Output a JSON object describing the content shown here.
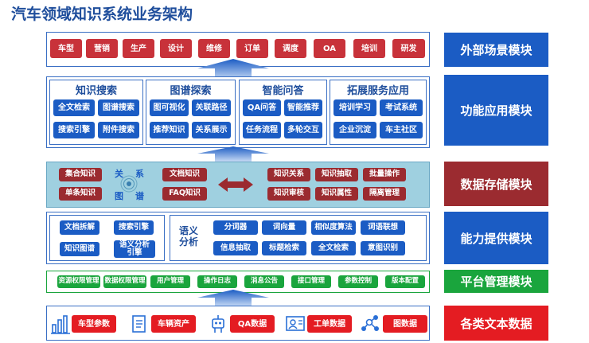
{
  "title": "汽车领域知识系统业务架构",
  "colors": {
    "blue": "#1b5cc4",
    "red": "#c8323a",
    "dark_red": "#9b2b30",
    "green": "#1aa53d",
    "bright_red": "#e41c22"
  },
  "layers": {
    "scene": {
      "label": "外部场景模块",
      "items": [
        "车型",
        "营销",
        "生产",
        "设计",
        "维修",
        "订单",
        "调度",
        "OA",
        "培训",
        "研发"
      ]
    },
    "function": {
      "label": "功能应用模块",
      "groups": [
        {
          "title": "知识搜索",
          "items": [
            "全文检索",
            "图谱搜索",
            "搜索引擎",
            "附件搜索"
          ]
        },
        {
          "title": "图谱探索",
          "items": [
            "图可视化",
            "关联路径",
            "推荐知识",
            "关系展示"
          ]
        },
        {
          "title": "智能问答",
          "items": [
            "QA问答",
            "智能推荐",
            "任务流程",
            "多轮交互"
          ]
        },
        {
          "title": "拓展服务应用",
          "items": [
            "培训学习",
            "考试系统",
            "企业沉淀",
            "车主社区"
          ]
        }
      ]
    },
    "storage": {
      "label": "数据存储模块",
      "left": [
        "集合知识",
        "单条知识"
      ],
      "center_glyphs": [
        "关",
        "系",
        "图",
        "谱"
      ],
      "mid": [
        "文档知识",
        "FAQ知识"
      ],
      "right": [
        "知识关系",
        "知识抽取",
        "批量操作",
        "知识审核",
        "知识属性",
        "隔离管理"
      ]
    },
    "capability": {
      "label": "能力提供模块",
      "left": [
        "文档拆解",
        "搜索引擎",
        "知识图谱",
        "语义分析\n引擎"
      ],
      "semantic_title": "语义\n分析",
      "right": [
        "分词器",
        "词向量",
        "相似度算法",
        "词语联想",
        "信息抽取",
        "标题检索",
        "全文检索",
        "意图识别"
      ]
    },
    "platform": {
      "label": "平台管理模块",
      "items": [
        "资源权限管理",
        "数据权限管理",
        "用户管理",
        "操作日志",
        "消息公告",
        "接口管理",
        "参数控制",
        "版本配置"
      ]
    },
    "text": {
      "label": "各类文本数据",
      "items": [
        {
          "icon": "bar-chart-icon",
          "label": "车型参数"
        },
        {
          "icon": "document-icon",
          "label": "车辆资产"
        },
        {
          "icon": "robot-icon",
          "label": "QA数据"
        },
        {
          "icon": "person-card-icon",
          "label": "工单数据"
        },
        {
          "icon": "network-icon",
          "label": "图数据"
        }
      ]
    }
  }
}
